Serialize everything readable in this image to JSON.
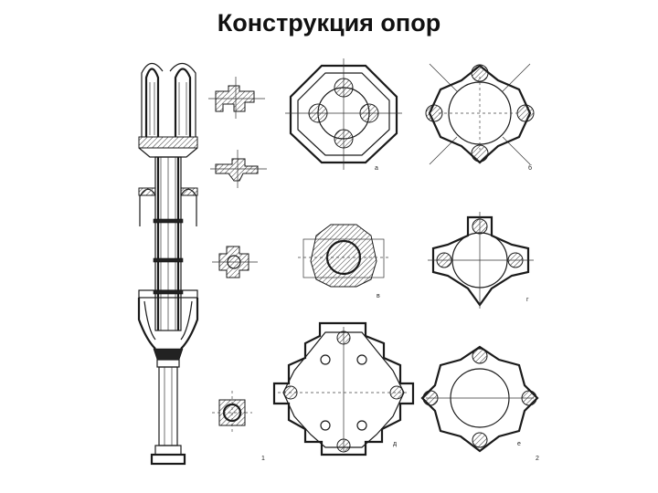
{
  "page": {
    "title": "Конструкция опор"
  },
  "figure": {
    "colors": {
      "ink": "#1a1a1a",
      "paper": "#ffffff"
    },
    "plan_letters": [
      "а",
      "б",
      "в",
      "г",
      "д",
      "е"
    ],
    "figure_numbers": [
      "1",
      "2"
    ]
  }
}
